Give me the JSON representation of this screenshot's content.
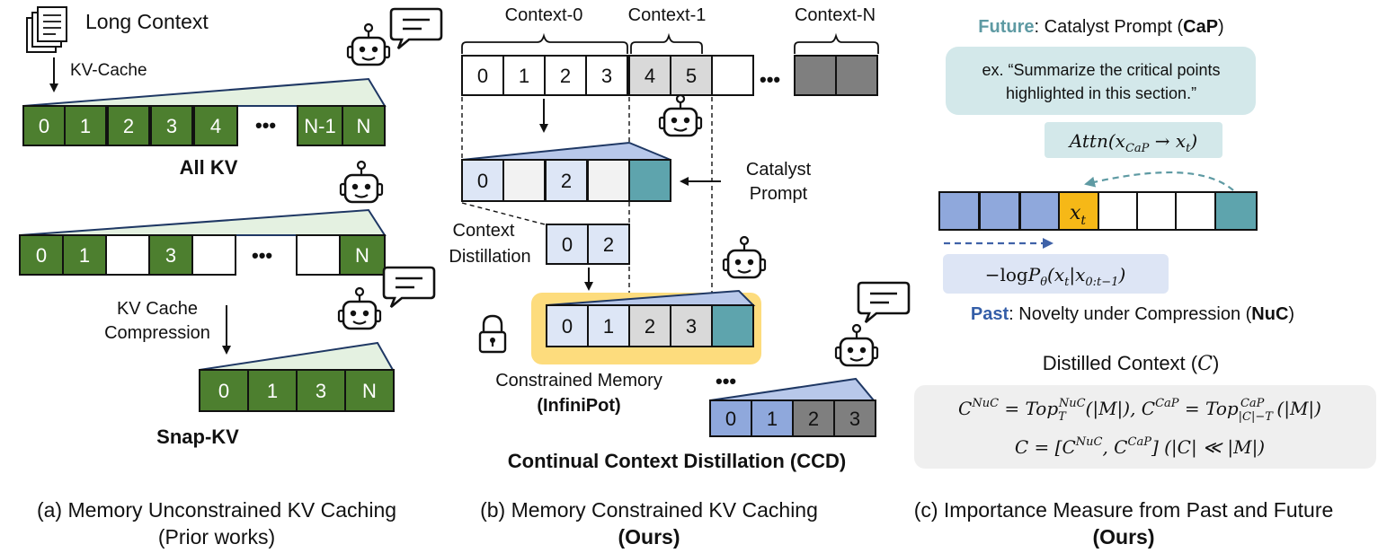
{
  "colors": {
    "kv_green": "#4d7f2f",
    "kv_green_dark": "#2f5a18",
    "wedge_green": "#e4f1e1",
    "ccd_blue": "#dde6f6",
    "ccd_blue_mid": "#b8c8ea",
    "block_blue": "#8fa8dc",
    "block_dark": "#7f7f7f",
    "block_gray_light": "#d9d9d9",
    "block_white": "#ffffff",
    "catalyst_teal": "#5ea4ad",
    "memory_highlight": "#fddc7d",
    "future_teal": "#d3e8ea",
    "past_blue": "#dde5f5",
    "xt_orange": "#f6b817",
    "summary_gray": "#efefef",
    "future_word": "#5e9aa3",
    "past_word": "#345ea8",
    "dash_arrow_blue": "#3f62a8",
    "dash_arrow_teal": "#5e9aa3"
  },
  "panel_a": {
    "long_context_label": "Long Context",
    "kv_cache_label": "KV-Cache",
    "all_kv_cells": [
      "0",
      "1",
      "2",
      "3",
      "4",
      "N-1",
      "N"
    ],
    "all_kv_title": "All KV",
    "snap_cells": [
      "0",
      "1",
      "",
      "3",
      "",
      "",
      "N"
    ],
    "compression_label_line1": "KV Cache",
    "compression_label_line2": "Compression",
    "snap_out_cells": [
      "0",
      "1",
      "3",
      "N"
    ],
    "snap_title": "Snap-KV",
    "ellipsis": "•••",
    "caption_line1": "(a)  Memory Unconstrained KV Caching",
    "caption_line2": "(Prior works)"
  },
  "panel_b": {
    "context_labels": [
      "Context-0",
      "Context-1",
      "Context-N"
    ],
    "top_cells": [
      "0",
      "1",
      "2",
      "3",
      "4",
      "5"
    ],
    "distill_cells": [
      "0",
      "",
      "2",
      ""
    ],
    "catalyst_label_line1": "Catalyst",
    "catalyst_label_line2": "Prompt",
    "context_distill_line1": "Context",
    "context_distill_line2": "Distillation",
    "kept_cells": [
      "0",
      "2"
    ],
    "memory_cells": [
      "0",
      "1",
      "2",
      "3"
    ],
    "constrained_memory_label": "Constrained Memory",
    "infinipot_label": "(InfiniPot)",
    "final_cells": [
      "0",
      "1",
      "2",
      "3"
    ],
    "ccd_title": "Continual Context Distillation (CCD)",
    "ellipsis": "•••",
    "caption_line1": "(b) Memory Constrained KV Caching",
    "caption_line2": "(Ours)"
  },
  "panel_c": {
    "future_word": "Future",
    "future_rest": ": Catalyst Prompt (",
    "future_abbr": "CaP",
    "future_close": ")",
    "example_line1": "ex. “Summarize the critical points",
    "example_line2": "highlighted in this section.”",
    "attn_formula": "Attn(xCaP → xt)",
    "xt_label": "xt",
    "nll_formula": "−logPθ(xt|x0:t−1)",
    "past_word": "Past",
    "past_rest": ": Novelty under Compression (",
    "past_abbr": "NuC",
    "past_close": ")",
    "distilled_title": "Distilled Context (C)",
    "eq_line1": "C^NuC = Top_T^NuC(|M|), C^CaP = Top_|C|−T^CaP(|M|)",
    "eq_line2": "C = [C^NuC, C^CaP] (|C| ≪ |M|)",
    "caption_line1": "(c) Importance Measure from Past and Future",
    "caption_line2": "(Ours)"
  }
}
